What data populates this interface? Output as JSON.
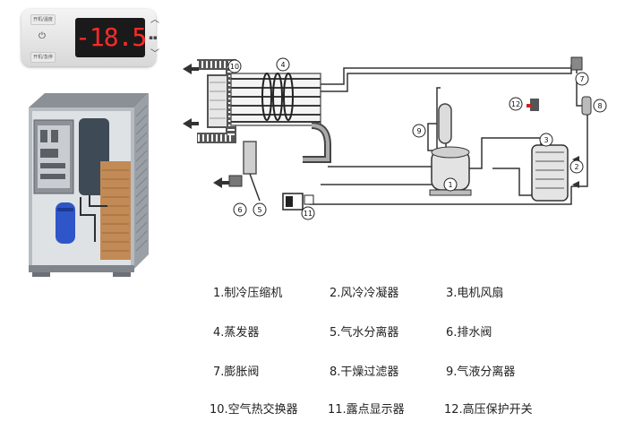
{
  "controller": {
    "reading": "-18.5",
    "button_labels": [
      "开机/急停",
      "开机/温度"
    ]
  },
  "callouts": [
    "1",
    "2",
    "3",
    "4",
    "5",
    "6",
    "7",
    "8",
    "9",
    "10",
    "11",
    "12"
  ],
  "legend": [
    "1.制冷压缩机",
    "2.风冷冷凝器",
    "3.电机风扇",
    "4.蒸发器",
    "5.气水分离器",
    "6.排水阀",
    "7.膨胀阀",
    "8.干燥过滤器",
    "9.气液分离器",
    "10.空气热交换器",
    "11.露点显示器",
    "12.高压保护开关"
  ]
}
